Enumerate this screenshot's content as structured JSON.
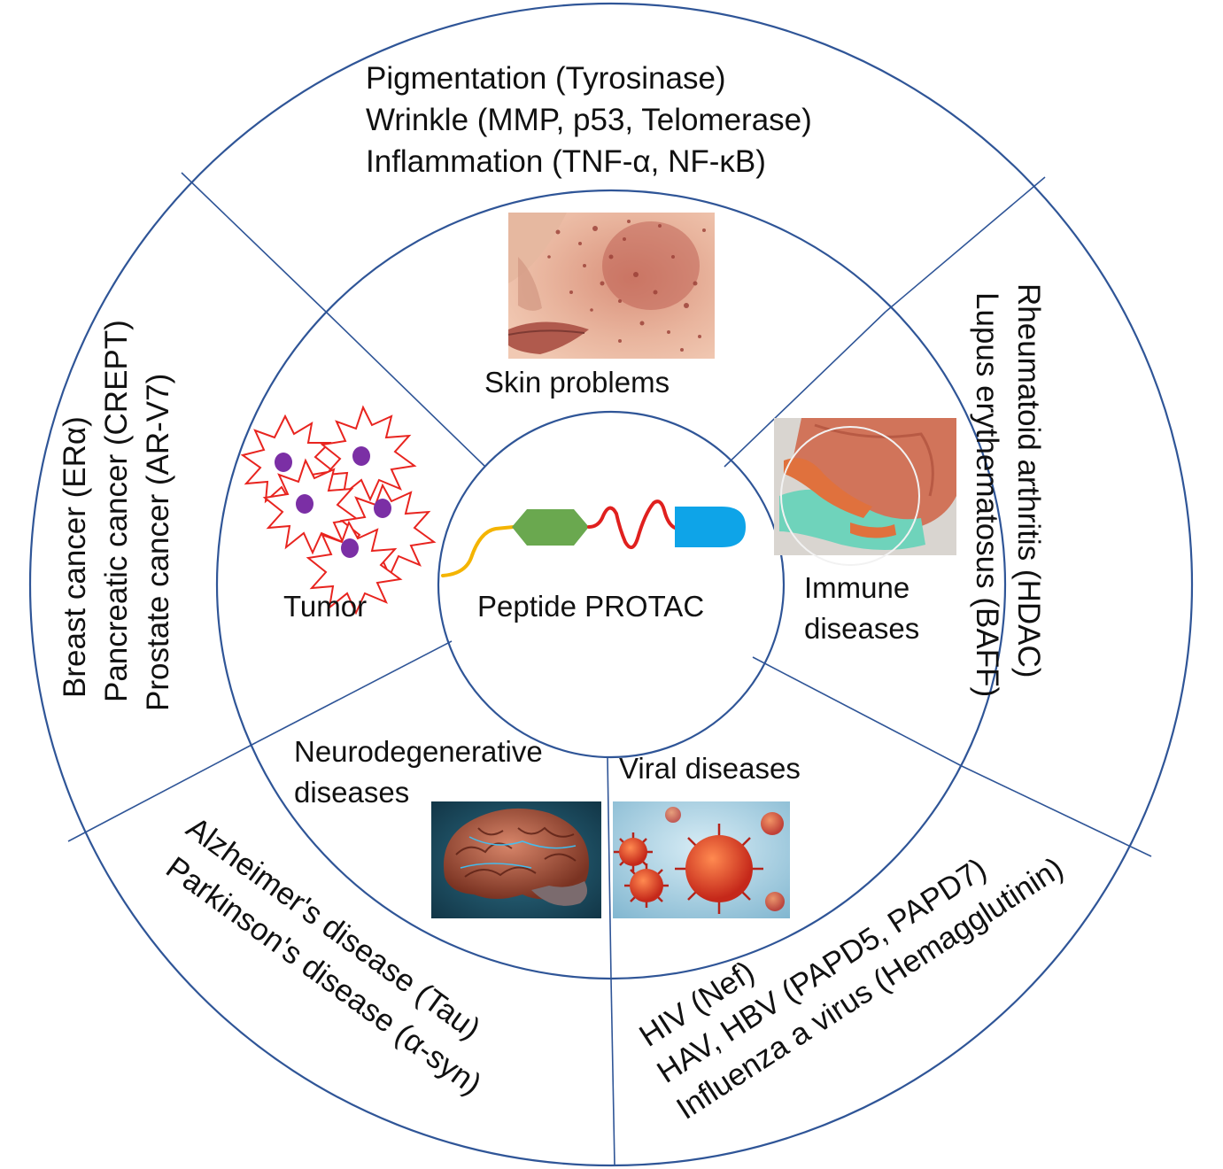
{
  "center": {
    "label": "Peptide PROTAC",
    "colors": {
      "green": "#6aa84f",
      "red": "#e0201e",
      "blue": "#0ea4e8",
      "yellow": "#f4b400"
    }
  },
  "inner_segments": {
    "skin": "Skin problems",
    "tumor": "Tumor",
    "immune": [
      "Immune",
      "diseases"
    ],
    "neuro": [
      "Neurodegenerative",
      "diseases"
    ],
    "viral": "Viral diseases"
  },
  "outer_segments": {
    "skin": [
      "Pigmentation (Tyrosinase)",
      "Wrinkle (MMP, p53, Telomerase)",
      "Inflammation (TNF-α, NF-κB)"
    ],
    "tumor": [
      "Breast cancer (ERα)",
      "Pancreatic cancer (CREPT)",
      "Prostate cancer (AR-V7)"
    ],
    "immune": [
      "Rheumatoid arthritis (HDAC)",
      "Lupus erythematosus (BAFF)"
    ],
    "neuro": [
      "Alzheimer's disease (Tau)",
      "Parkinson's disease (α-syn)"
    ],
    "viral": [
      "HIV (Nef)",
      "HAV, HBV (PAPD5, PAPD7)",
      "Influenza a virus (Hemagglutinin)"
    ]
  },
  "images": {
    "skin": "skin-photo",
    "tumor": "tumor-cells-icon",
    "immune": "knee-joint-illustration",
    "neuro": "brain-illustration",
    "viral": "virus-particles-illustration"
  },
  "colors": {
    "ring": "#2f5597",
    "tumor_outline": "#e8241f",
    "tumor_nucleus": "#7b2fa5"
  }
}
